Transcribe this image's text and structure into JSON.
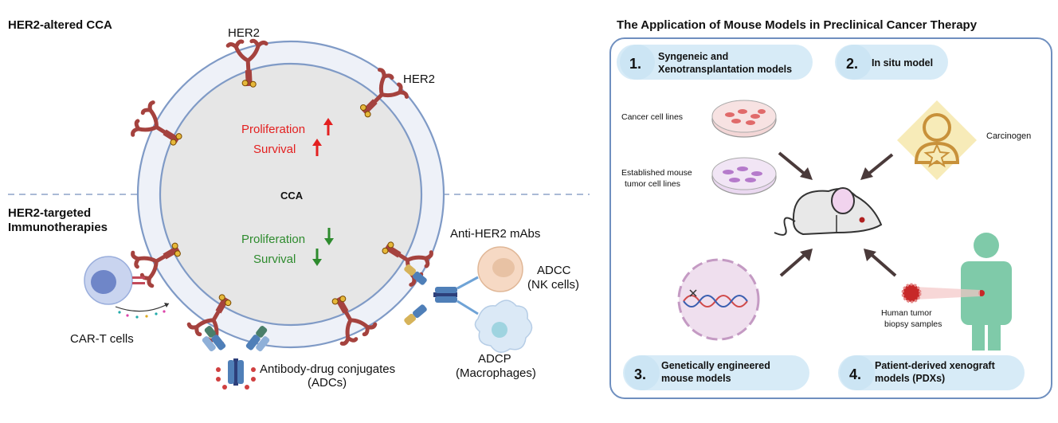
{
  "left": {
    "section_top_title": "HER2-altered CCA",
    "section_bottom_title_line1": "HER2-targeted",
    "section_bottom_title_line2": "Immunotherapies",
    "her2_label_top": "HER2",
    "her2_label_right": "HER2",
    "cca_label": "CCA",
    "proliferation_up": "Proliferation",
    "survival_up": "Survival",
    "proliferation_down": "Proliferation",
    "survival_down": "Survival",
    "car_t_label": "CAR-T cells",
    "adc_label_line1": "Antibody-drug conjugates",
    "adc_label_line2": "(ADCs)",
    "mabs_label": "Anti-HER2 mAbs",
    "adcc_line1": "ADCC",
    "adcc_line2": "(NK cells)",
    "adcp_line1": "ADCP",
    "adcp_line2": "(Macrophages)"
  },
  "right": {
    "title": "The Application of Mouse Models in Preclinical Cancer Therapy",
    "model1_num": "1.",
    "model1_line1": "Syngeneic and",
    "model1_line2": "Xenotransplantation models",
    "model2_num": "2.",
    "model2_text": "In situ model",
    "model3_num": "3.",
    "model3_line1": "Genetically engineered",
    "model3_line2": "mouse models",
    "model4_num": "4.",
    "model4_line1": "Patient-derived xenograft",
    "model4_line2": "models (PDXs)",
    "cancer_cell_lines": "Cancer cell lines",
    "established_line1": "Established mouse",
    "established_line2": "tumor cell lines",
    "carcinogen": "Carcinogen",
    "biopsy_line1": "Human tumor",
    "biopsy_line2": "biopsy samples"
  },
  "colors": {
    "receptor": "#a5423e",
    "up_arrow": "#e32020",
    "down_arrow": "#2e8b2e",
    "membrane": "#7f9ac6",
    "cell_fill": "#e6e6e6",
    "panel_border": "#6f8fbf",
    "label_pill": "#d7ebf7",
    "antibody_blue": "#4f7fb8",
    "human_green": "#7fcaa9"
  },
  "icons": [
    "her2-receptor-icon",
    "up-arrow-icon",
    "down-arrow-icon",
    "car-t-cell-icon",
    "nk-cell-icon",
    "macrophage-icon",
    "antibody-icon",
    "petri-dish-icon",
    "mouse-icon",
    "carcinogen-icon",
    "dna-icon",
    "human-icon",
    "tumor-icon"
  ]
}
